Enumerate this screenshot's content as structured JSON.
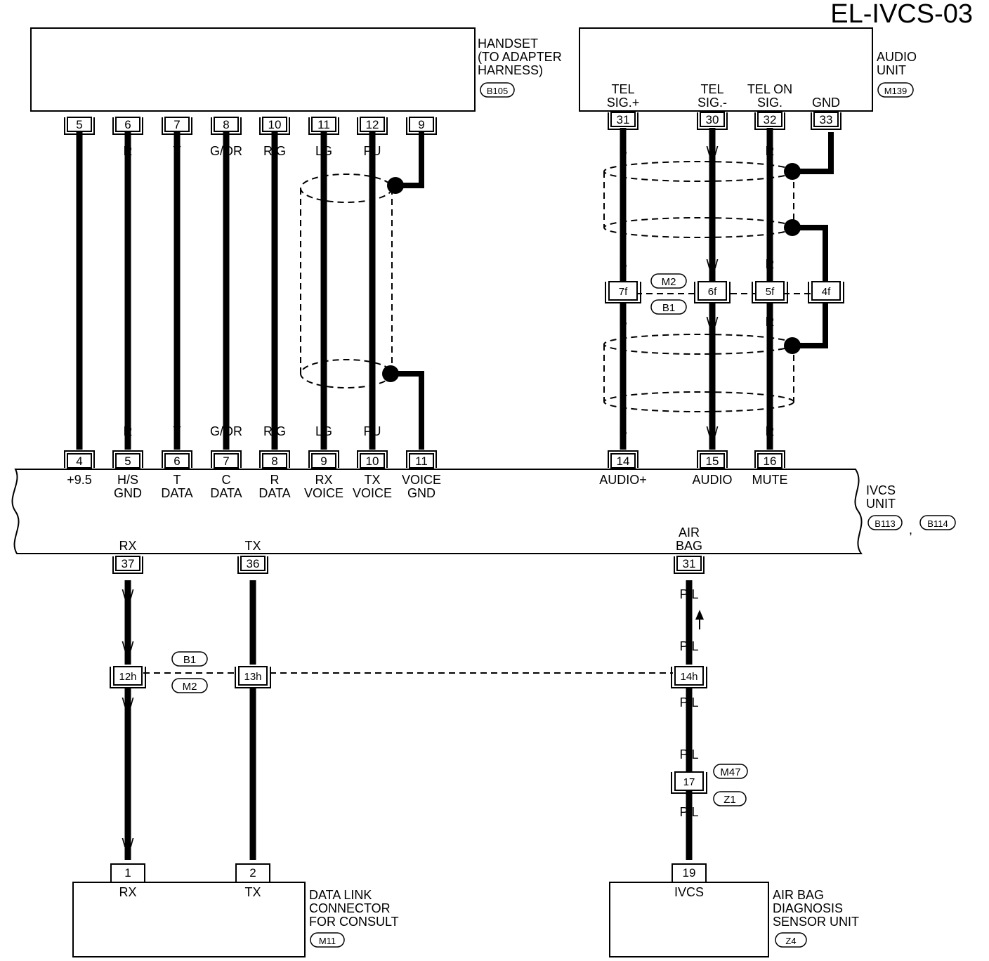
{
  "page_title": "EL-IVCS-03",
  "components": {
    "handset": {
      "lines": [
        "HANDSET",
        "(TO ADAPTER",
        "HARNESS)"
      ],
      "connector": "B105"
    },
    "audio_unit": {
      "lines": [
        "AUDIO",
        "UNIT"
      ],
      "connector": "M139"
    },
    "ivcs_unit": {
      "lines": [
        "IVCS",
        "UNIT"
      ],
      "connectors": [
        "B113",
        "B114"
      ],
      "separator": ","
    },
    "data_link": {
      "lines": [
        "DATA LINK",
        "CONNECTOR",
        "FOR CONSULT"
      ],
      "connector": "M11"
    },
    "airbag_unit": {
      "lines": [
        "AIR BAG",
        "DIAGNOSIS",
        "SENSOR UNIT"
      ],
      "connector": "Z4"
    }
  },
  "handset_wires": [
    {
      "top_pin": "5",
      "color": "L",
      "bottom_pin": "4",
      "terminal": [
        "+9.5"
      ]
    },
    {
      "top_pin": "6",
      "color": "R",
      "bottom_pin": "5",
      "terminal": [
        "H/S",
        "GND"
      ]
    },
    {
      "top_pin": "7",
      "color": "Y",
      "bottom_pin": "6",
      "terminal": [
        "T",
        "DATA"
      ]
    },
    {
      "top_pin": "8",
      "color": "G/OR",
      "bottom_pin": "7",
      "terminal": [
        "C",
        "DATA"
      ]
    },
    {
      "top_pin": "10",
      "color": "R/G",
      "bottom_pin": "8",
      "terminal": [
        "R",
        "DATA"
      ]
    },
    {
      "top_pin": "11",
      "color": "LG",
      "bottom_pin": "9",
      "terminal": [
        "RX",
        "VOICE"
      ]
    },
    {
      "top_pin": "12",
      "color": "PU",
      "bottom_pin": "10",
      "terminal": [
        "TX",
        "VOICE"
      ]
    },
    {
      "top_pin": "9",
      "color": "",
      "bottom_pin": "11",
      "terminal": [
        "VOICE",
        "GND"
      ]
    }
  ],
  "audio_wires": [
    {
      "top_pin": "31",
      "top_label": [
        "TEL",
        "SIG.+"
      ],
      "color": "B",
      "joint": "7f",
      "bottom_pin": "14",
      "terminal": [
        "AUDIO+"
      ]
    },
    {
      "top_pin": "30",
      "top_label": [
        "TEL",
        "SIG.-"
      ],
      "color": "W",
      "joint": "6f",
      "bottom_pin": "15",
      "terminal": [
        "AUDIO"
      ]
    },
    {
      "top_pin": "32",
      "top_label": [
        "TEL ON",
        "SIG."
      ],
      "color": "R",
      "joint": "5f",
      "bottom_pin": "16",
      "terminal": [
        "MUTE"
      ]
    },
    {
      "top_pin": "33",
      "top_label": [
        "GND"
      ],
      "color": "",
      "joint": "4f",
      "bottom_pin": "",
      "terminal": []
    }
  ],
  "audio_joint_connectors": [
    "M2",
    "B1"
  ],
  "lower_wires": [
    {
      "terminal": [
        "RX"
      ],
      "top_pin": "37",
      "color": "W",
      "joint": "12h",
      "bottom_pin": "1",
      "end_label": "RX"
    },
    {
      "terminal": [
        "TX"
      ],
      "top_pin": "36",
      "color": "L",
      "joint": "13h",
      "bottom_pin": "2",
      "end_label": "TX"
    },
    {
      "terminal": [
        "AIR",
        "BAG"
      ],
      "top_pin": "31",
      "color": "P/L",
      "joint": "14h",
      "mid_pin": "17",
      "bottom_pin": "19",
      "end_label": "IVCS"
    }
  ],
  "lower_joint_connectors": [
    "B1",
    "M2"
  ],
  "mid_connectors": [
    "M47",
    "Z1"
  ]
}
